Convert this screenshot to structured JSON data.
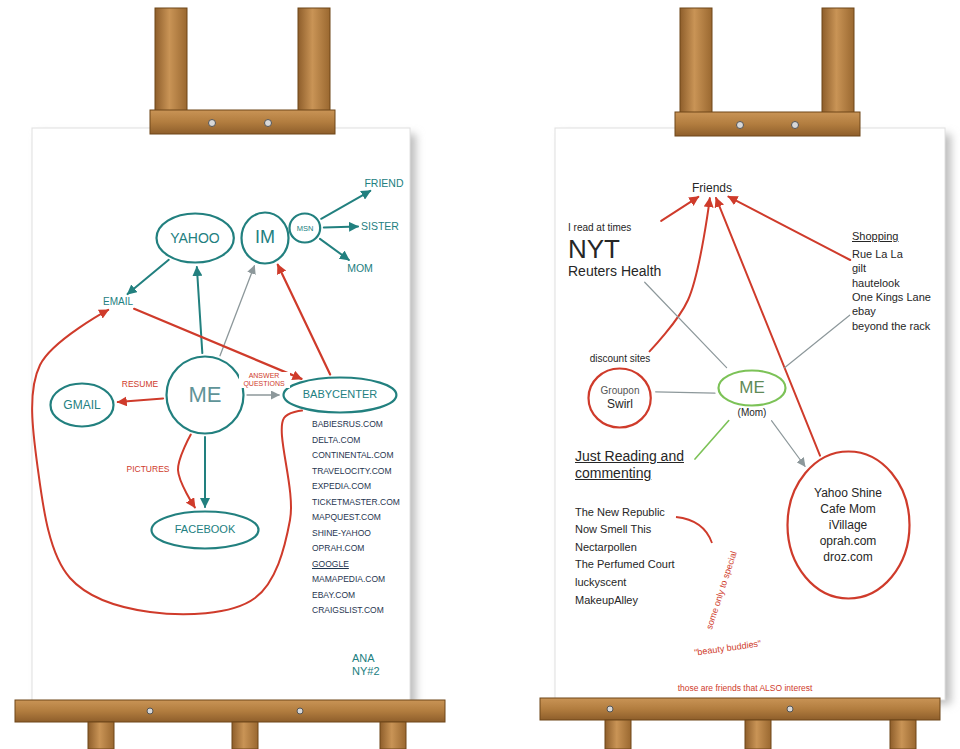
{
  "diagram": {
    "nodes": [
      {
        "text": [
          "YAHOO"
        ]
      },
      {
        "text": [
          "IM"
        ]
      },
      {
        "text": [
          "MSN"
        ]
      },
      {
        "text": [
          "FRIEND"
        ]
      },
      {
        "text": [
          "SISTER"
        ]
      },
      {
        "text": [
          "MOM"
        ]
      },
      {
        "text": [
          "EMAIL"
        ]
      },
      {
        "text": [
          "GMAIL"
        ]
      },
      {
        "text": [
          "ME"
        ]
      },
      {
        "text": [
          "BABYCENTER"
        ]
      },
      {
        "text": [
          "FACEBOOK"
        ]
      },
      {
        "text": [
          "Friends"
        ]
      },
      {
        "text": [
          "I read at times",
          "NYT",
          "Reuters Health"
        ]
      },
      {
        "text": [
          "Shopping",
          "Rue La La",
          "gilt",
          "hautelook",
          "One Kings Lane",
          "ebay",
          "beyond the rack"
        ]
      },
      {
        "text": [
          "ME",
          "(Mom)"
        ]
      },
      {
        "text": [
          "discount sites",
          "Groupon",
          "Swirl"
        ]
      },
      {
        "text": [
          "Just Reading and commenting",
          "The New Republic",
          "Now Smell This",
          "Nectarpollen",
          "The Perfumed Court",
          "luckyscent",
          "MakeupAlley"
        ]
      },
      {
        "text": [
          "Yahoo Shine",
          "Cafe Mom",
          "iVillage",
          "oprah.com",
          "droz.com"
        ]
      }
    ],
    "edges": [
      {
        "from": 0,
        "to": 6,
        "arrow": "to"
      },
      {
        "from": 2,
        "to": 3,
        "arrow": "to"
      },
      {
        "from": 2,
        "to": 4,
        "arrow": "to"
      },
      {
        "from": 2,
        "to": 5,
        "arrow": "to"
      },
      {
        "from": 8,
        "to": 0,
        "arrow": "to"
      },
      {
        "from": 8,
        "to": 1,
        "arrow": "to"
      },
      {
        "from": 9,
        "to": 1,
        "arrow": "to"
      },
      {
        "from": 6,
        "to": 9,
        "arrow": "to"
      },
      {
        "from": 8,
        "to": 7,
        "label": "RESUME",
        "arrow": "to"
      },
      {
        "from": 8,
        "to": 9,
        "label": "ANSWER QUESTIONS",
        "arrow": "to"
      },
      {
        "from": 8,
        "to": 10,
        "arrow": "to"
      },
      {
        "from": 8,
        "to": 10,
        "label": "PICTURES",
        "arrow": "to"
      },
      {
        "from": 9,
        "to": 6,
        "arrow": "to"
      },
      {
        "from": 12,
        "to": 11,
        "arrow": "to"
      },
      {
        "from": 15,
        "to": 11,
        "arrow": "to"
      },
      {
        "from": 17,
        "to": 11,
        "arrow": "to"
      },
      {
        "from": 13,
        "to": 11,
        "arrow": "to"
      },
      {
        "from": 14,
        "to": 12,
        "arrow": "none"
      },
      {
        "from": 14,
        "to": 13,
        "arrow": "none"
      },
      {
        "from": 14,
        "to": 15,
        "arrow": "none"
      },
      {
        "from": 14,
        "to": 16,
        "arrow": "none"
      },
      {
        "from": 14,
        "to": 17,
        "arrow": "to"
      }
    ],
    "labels": [
      "BABIESRUS.COM",
      "DELTA.COM",
      "CONTINENTAL.COM",
      "TRAVELOCITY.COM",
      "EXPEDIA.COM",
      "TICKETMASTER.COM",
      "MAPQUEST.COM",
      "SHINE-YAHOO",
      "OPRAH.COM",
      "GOOGLE",
      "MAMAPEDIA.COM",
      "EBAY.COM",
      "CRAIGSLIST.COM",
      "ANA NY#2",
      "some only to special",
      "\"beauty buddies\"",
      "those are friends that ALSO interest"
    ]
  }
}
